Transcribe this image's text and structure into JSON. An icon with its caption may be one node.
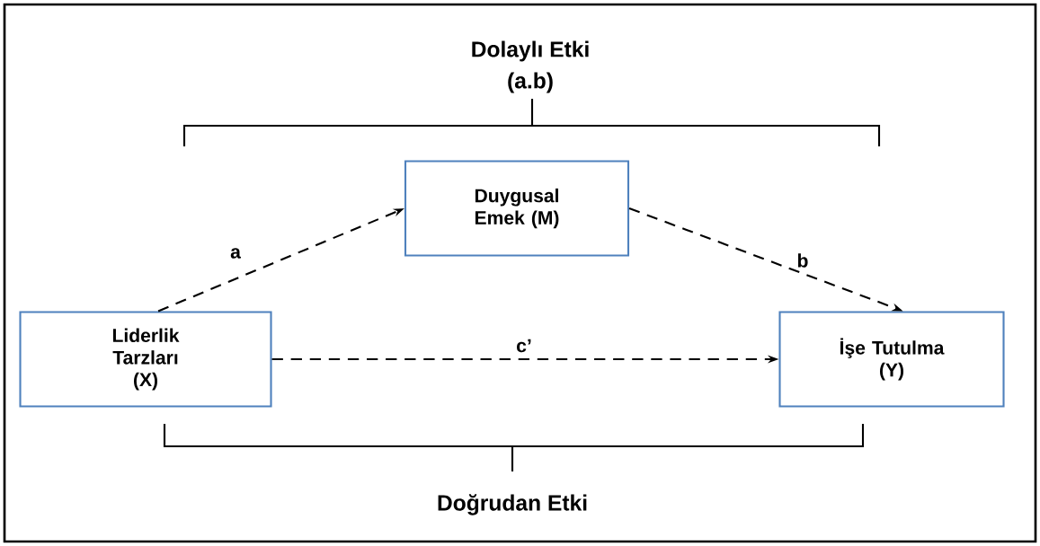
{
  "diagram": {
    "nodes": [
      {
        "text": [
          "Duygusal Emek (M)"
        ]
      },
      {
        "text": [
          "Liderlik Tarzları (X)"
        ]
      },
      {
        "text": [
          "İşe Tutulma (Y)"
        ]
      }
    ],
    "edges": [
      {
        "from": 1,
        "to": 0,
        "arrow": "to",
        "label": "a",
        "style": "dashed"
      },
      {
        "from": 0,
        "to": 2,
        "arrow": "to",
        "label": "b",
        "style": "dashed"
      },
      {
        "from": 1,
        "to": 2,
        "arrow": "to",
        "label": "c’",
        "style": "dashed"
      }
    ],
    "labels": [
      "Dolaylı Etki",
      "(a.b)",
      "Doğrudan Etki"
    ]
  }
}
